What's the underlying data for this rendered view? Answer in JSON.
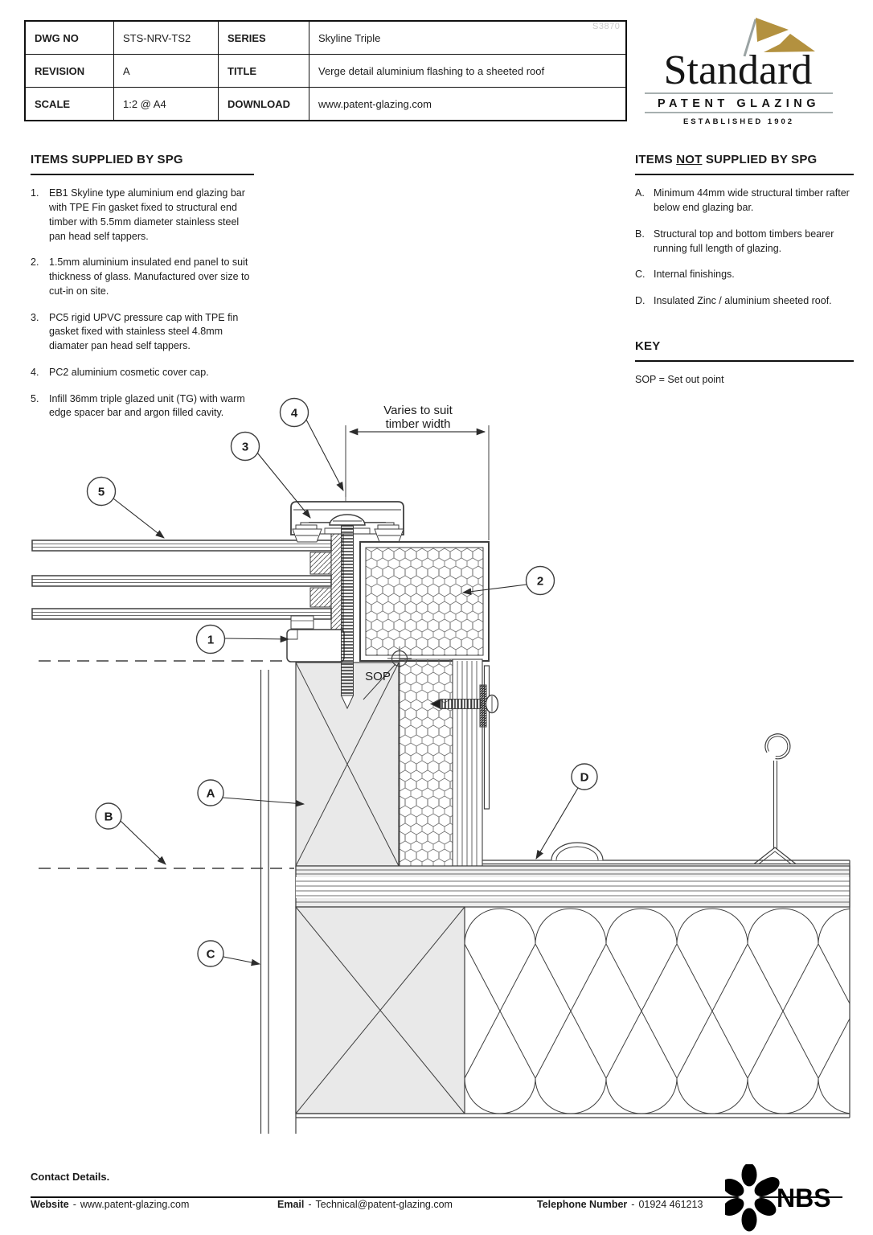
{
  "watermark": "S3870",
  "colors": {
    "accent_gold": "#b3913f",
    "line_dark": "#3f3f3f",
    "fill_gray": "#e9e9e9",
    "watermark_gray": "#c9c9c9"
  },
  "title_block": {
    "rows": [
      {
        "label1": "DWG NO",
        "value1": "STS-NRV-TS2",
        "label2": "SERIES",
        "value2": "Skyline Triple"
      },
      {
        "label1": "REVISION",
        "value1": "A",
        "label2": "TITLE",
        "value2": "Verge detail aluminium flashing to a sheeted roof"
      },
      {
        "label1": "SCALE",
        "value1": "1:2 @ A4",
        "label2": "DOWNLOAD",
        "value2": "www.patent-glazing.com"
      }
    ]
  },
  "logo": {
    "brand": "Standard",
    "subtitle": "PATENT GLAZING",
    "established": "ESTABLISHED 1902"
  },
  "supplied": {
    "heading": "ITEMS SUPPLIED BY SPG",
    "items": [
      {
        "num": "1.",
        "text": "EB1 Skyline type aluminium end glazing bar with TPE Fin gasket fixed to structural end timber with 5.5mm diameter stainless steel pan head self tappers."
      },
      {
        "num": "2.",
        "text": "1.5mm aluminium insulated end panel to suit thickness of glass. Manufactured over size to cut-in on site."
      },
      {
        "num": "3.",
        "text": "PC5 rigid UPVC pressure cap with TPE fin gasket fixed with stainless steel 4.8mm diamater pan head self tappers."
      },
      {
        "num": "4.",
        "text": "PC2 aluminium cosmetic cover cap."
      },
      {
        "num": "5.",
        "text": "Infill 36mm triple glazed unit (TG) with warm edge spacer bar and argon filled cavity."
      }
    ]
  },
  "not_supplied": {
    "heading_pre": "ITEMS ",
    "heading_not": "NOT",
    "heading_post": " SUPPLIED BY SPG",
    "items": [
      {
        "num": "A.",
        "text": "Minimum 44mm wide structural timber rafter below end glazing bar."
      },
      {
        "num": "B.",
        "text": "Structural top and bottom timbers bearer running full length of glazing."
      },
      {
        "num": "C.",
        "text": "Internal finishings."
      },
      {
        "num": "D.",
        "text": "Insulated Zinc / aluminium sheeted roof."
      }
    ]
  },
  "key": {
    "heading": "KEY",
    "text": "SOP = Set out point"
  },
  "drawing": {
    "dim_label_line1": "Varies to suit",
    "dim_label_line2": "timber width",
    "sop_label": "SOP",
    "callouts": {
      "n1": "1",
      "n2": "2",
      "n3": "3",
      "n4": "4",
      "n5": "5",
      "a": "A",
      "b": "B",
      "c": "C",
      "d": "D"
    }
  },
  "footer": {
    "contact": "Contact Details.",
    "sep": "-",
    "website_label": "Website",
    "website": "www.patent-glazing.com",
    "email_label": "Email",
    "email": "Technical@patent-glazing.com",
    "phone_label": "Telephone Number",
    "phone": "01924 461213",
    "nbs": "NBS"
  }
}
